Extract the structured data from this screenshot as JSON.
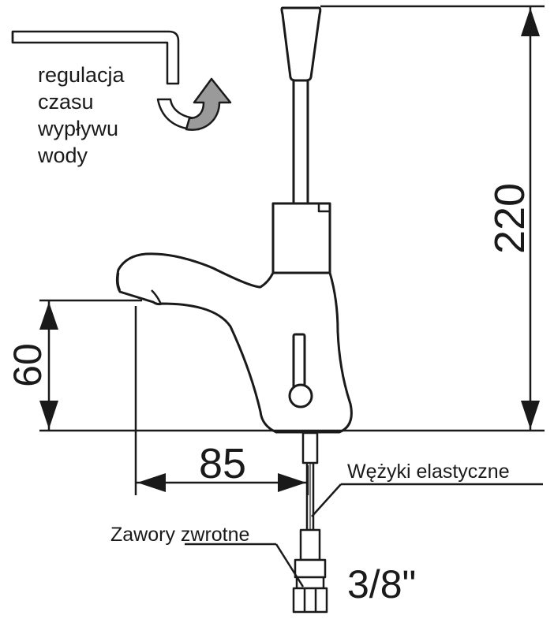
{
  "annotations": {
    "adjustment_note": [
      "regulacja",
      "czasu",
      "wypływu",
      "wody"
    ],
    "hoses_label": "Wężyki elastyczne",
    "check_valves_label": "Zawory zwrotne",
    "thread_size": "3/8\""
  },
  "dimensions": {
    "total_height": "220",
    "spout_height": "60",
    "spout_reach": "85"
  },
  "colors": {
    "line": "#1a1a1a",
    "fill": "#ffffff",
    "arrow_shade": "#9a9a9a"
  }
}
